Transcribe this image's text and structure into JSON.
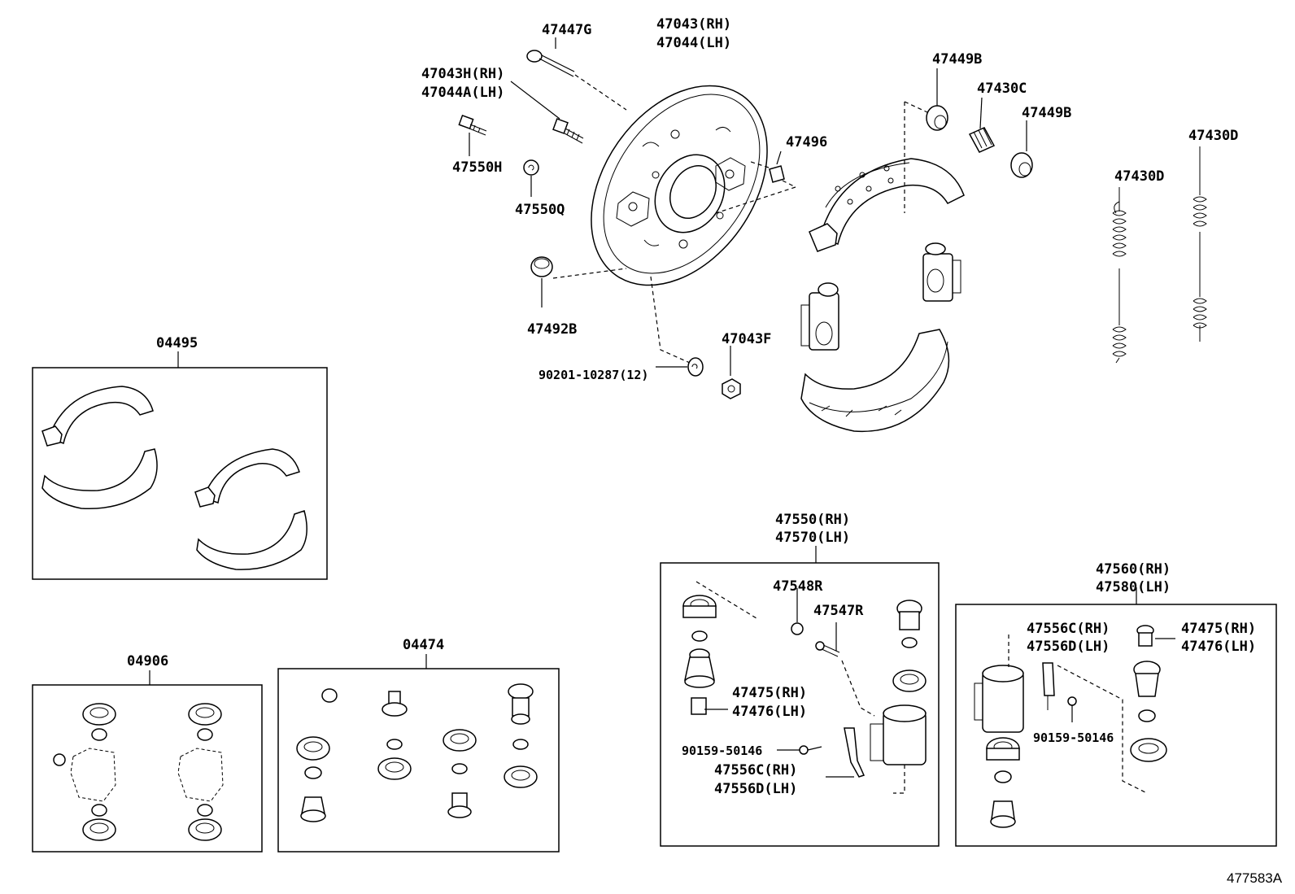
{
  "diagram_code": "477583A",
  "labels": {
    "p47447G": "47447G",
    "p47043_rh": "47043(RH)",
    "p47044_lh": "47044(LH)",
    "p47043H_rh": "47043H(RH)",
    "p47044A_lh": "47044A(LH)",
    "p47550H": "47550H",
    "p47550Q": "47550Q",
    "p47492B": "47492B",
    "p47496": "47496",
    "p47449B_a": "47449B",
    "p47430C": "47430C",
    "p47449B_b": "47449B",
    "p47430D_a": "47430D",
    "p47430D_b": "47430D",
    "p47043F": "47043F",
    "p90201": "90201-10287(12)",
    "p04495": "04495",
    "p04906": "04906",
    "p04474": "04474",
    "p47550_rh": "47550(RH)",
    "p47570_lh": "47570(LH)",
    "p47548R": "47548R",
    "p47547R": "47547R",
    "p47475_rh_a": "47475(RH)",
    "p47476_lh_a": "47476(LH)",
    "p90159_a": "90159-50146",
    "p47556C_rh_a": "47556C(RH)",
    "p47556D_lh_a": "47556D(LH)",
    "p47560_rh": "47560(RH)",
    "p47580_lh": "47580(LH)",
    "p47556C_rh_b": "47556C(RH)",
    "p47556D_lh_b": "47556D(LH)",
    "p47475_rh_b": "47475(RH)",
    "p47476_lh_b": "47476(LH)",
    "p90159_b": "90159-50146"
  }
}
